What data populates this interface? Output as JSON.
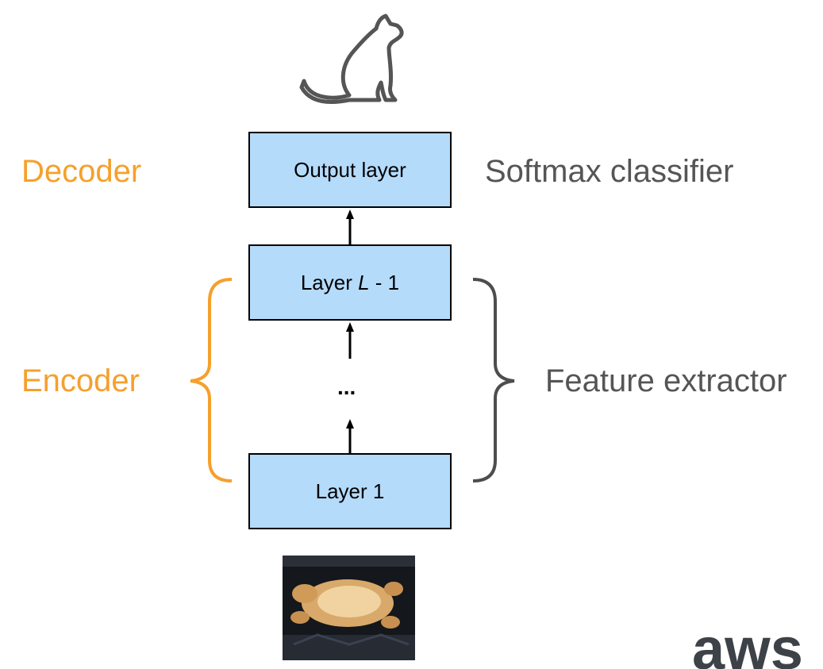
{
  "colors": {
    "box_fill": "#b5dbfb",
    "orange": "#f5a02c",
    "gray_text": "#555555",
    "bracket_gray": "#4d4d4d",
    "cat_outline": "#555555",
    "aws": "#3d4248"
  },
  "layers": {
    "output": "Output layer",
    "penultimate_prefix": "Layer ",
    "penultimate_var": "L",
    "penultimate_suffix": " - 1",
    "dots": "...",
    "first": "Layer 1"
  },
  "labels": {
    "decoder": "Decoder",
    "encoder": "Encoder",
    "softmax": "Softmax classifier",
    "feature": "Feature extractor"
  },
  "icons": {
    "output_icon": "cat-silhouette-icon",
    "input_image": "cat-photo",
    "logo": "aws-logo"
  },
  "logo": {
    "text": "aws"
  }
}
